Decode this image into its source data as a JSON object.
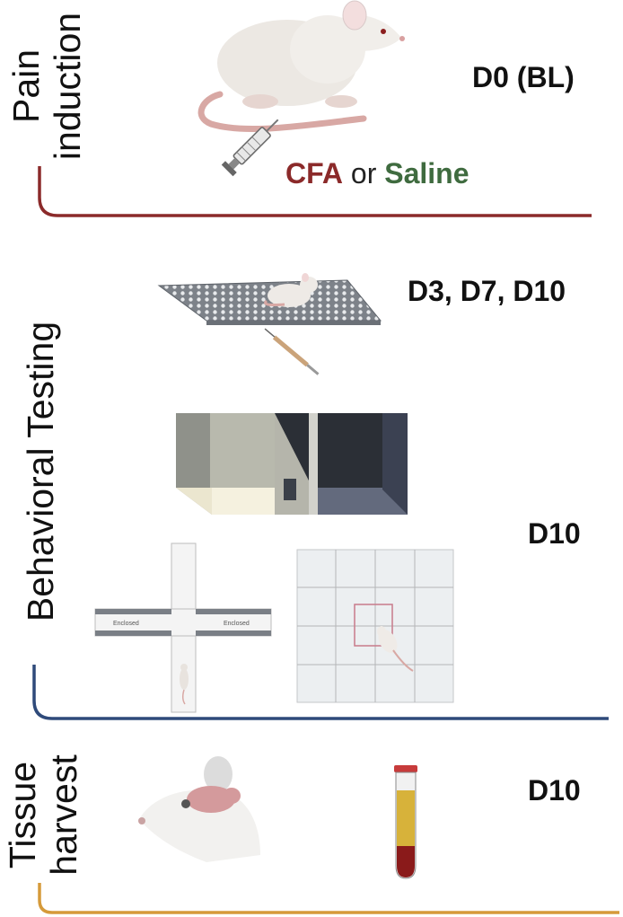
{
  "sections": [
    {
      "label_line1": "Pain",
      "label_line2": "induction",
      "day": "D0 (BL)",
      "bracket_color": "#8b2a2a"
    },
    {
      "label": "Behavioral Testing",
      "day_top": "D3, D7, D10",
      "day_bottom": "D10",
      "bracket_color": "#2f4a7a"
    },
    {
      "label_line1": "Tissue",
      "label_line2": "harvest",
      "day": "D10",
      "bracket_color": "#d59a3a"
    }
  ],
  "treatment": {
    "cfa": "CFA",
    "or": "or",
    "saline": "Saline"
  },
  "maze_labels": {
    "left": "Enclosed",
    "right": "Enclosed"
  }
}
